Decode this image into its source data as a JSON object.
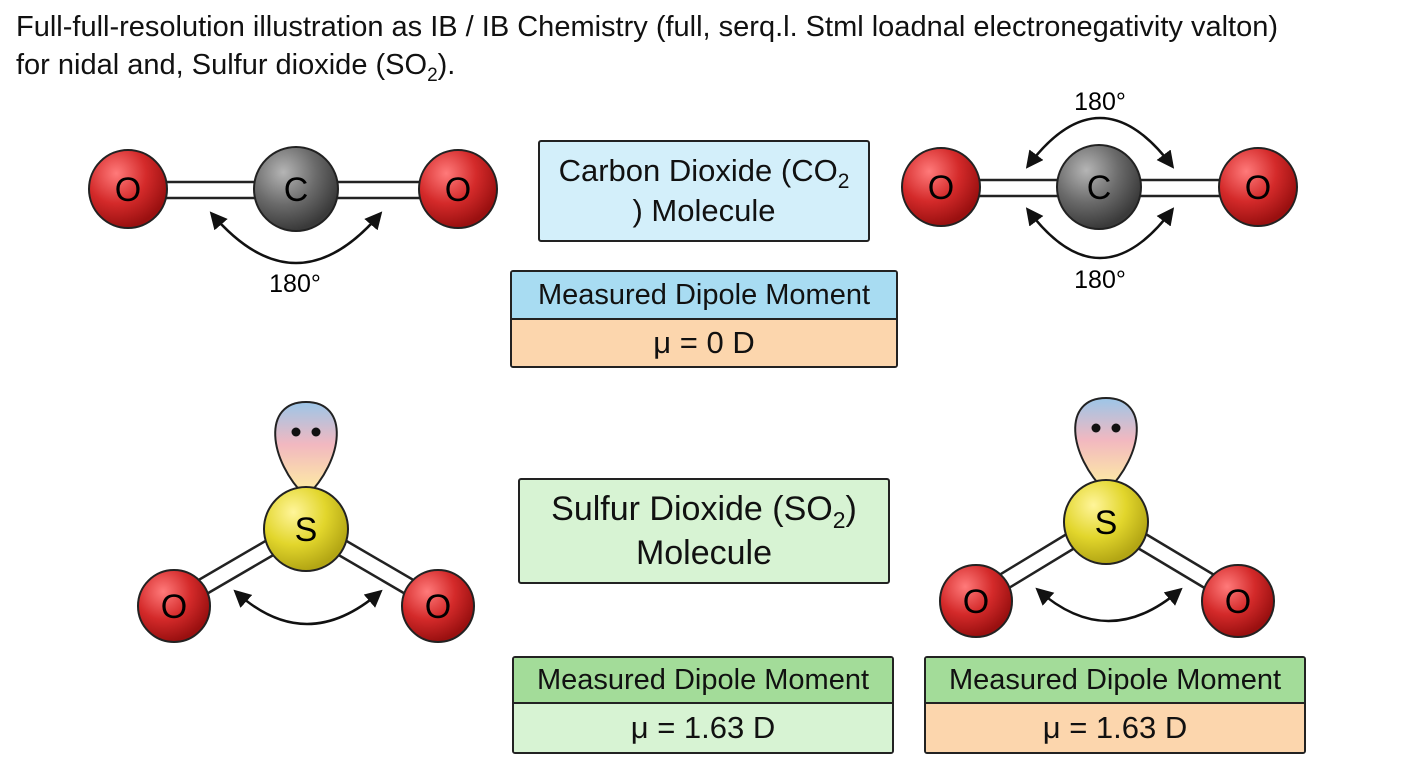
{
  "title": {
    "line1": "Full-full-resolution illustration as IB / IB Chemistry (full, serq.l. Stml loadnal electronegativity valton)",
    "line2_prefix": "for nidal and, Sulfur dioxide (SO",
    "line2_sub": "2",
    "line2_suffix": ")."
  },
  "co2_box": {
    "line1_prefix": "Carbon Dioxide (CO",
    "line1_sub": "2",
    "line2": ") Molecule"
  },
  "co2_dipole": {
    "header": "Measured Dipole Moment",
    "value": "μ = 0 D"
  },
  "so2_box": {
    "line1_prefix": "Sulfur Dioxide (SO",
    "line1_sub": "2",
    "line1_suffix": ")",
    "line2": "Molecule"
  },
  "so2_dipole_left": {
    "header": "Measured Dipole Moment",
    "value": "μ = 1.63 D"
  },
  "so2_dipole_right": {
    "header": "Measured Dipole Moment",
    "value": "μ = 1.63 D"
  },
  "co2_left": {
    "atoms": [
      "O",
      "C",
      "O"
    ],
    "angle_label": "180°"
  },
  "co2_right": {
    "atoms": [
      "O",
      "C",
      "O"
    ],
    "angle_label_top": "180°",
    "angle_label_bottom": "180°"
  },
  "so2_left": {
    "central": "S",
    "outer": [
      "O",
      "O"
    ]
  },
  "so2_right": {
    "central": "S",
    "outer": [
      "O",
      "O"
    ]
  },
  "colors": {
    "oxygen": "#d42a2a",
    "carbon": "#6b6b6b",
    "sulfur": "#e2d62c",
    "co2_title_bg": "#d3effa",
    "co2_header_bg": "#a8dcf2",
    "co2_value_bg": "#fcd6ad",
    "so2_title_bg": "#d7f3d3",
    "so2_header_bg": "#a3dc99"
  }
}
